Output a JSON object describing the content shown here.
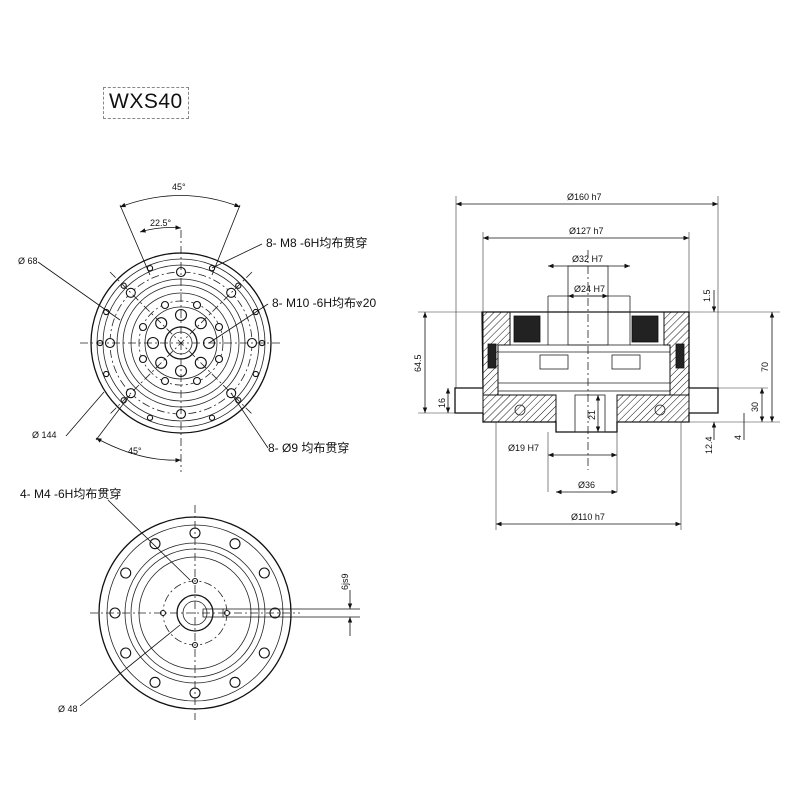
{
  "model": "WXS40",
  "front_view": {
    "angle_top_outer": "45°",
    "angle_top_inner": "22.5°",
    "angle_bottom": "45°",
    "dia_left_top": "Ø 68",
    "dia_left_bottom": "Ø 144",
    "callout_m8": "8- M8 -6H均布贯穿",
    "callout_m10": "8- M10 -6H均布⩔20",
    "callout_d9": "8- Ø9 均布贯穿"
  },
  "rear_view": {
    "callout_m4": "4- M4 -6H均布贯穿",
    "dia_bottom": "Ø 48",
    "keyway": "6js9"
  },
  "section_view": {
    "dia_160": "Ø160 h7",
    "dia_127": "Ø127 h7",
    "dia_32": "Ø32 H7",
    "dia_24": "Ø24 H7",
    "dia_19": "Ø19 H7",
    "dia_36": "Ø36",
    "dia_110": "Ø110 h7",
    "len_645": "64.5",
    "len_16": "16",
    "len_15": "1.5",
    "len_70": "70",
    "len_30": "30",
    "len_21": "21",
    "len_124": "12.4",
    "len_4": "4"
  }
}
